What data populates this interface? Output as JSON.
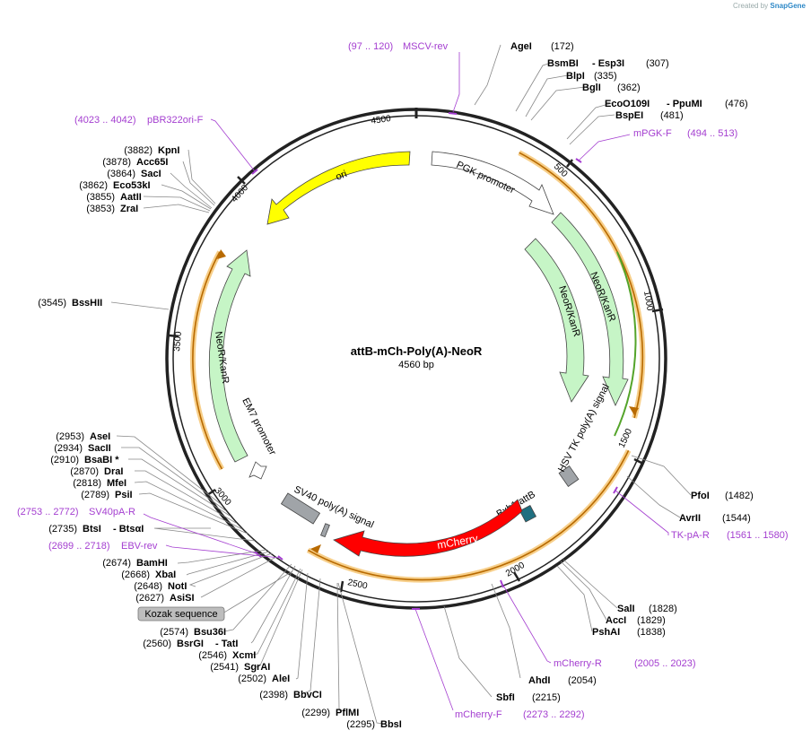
{
  "credit": {
    "text": "Created by",
    "brand": "SnapGene"
  },
  "plasmid": {
    "name": "attB-mCh-Poly(A)-NeoR",
    "length": "4560 bp"
  },
  "ruler_labels": [
    "500",
    "1000",
    "1500",
    "2000",
    "2500",
    "3000",
    "3500",
    "4000",
    "4500"
  ],
  "features": [
    {
      "label": "ori",
      "color": "#ffff00"
    },
    {
      "label": "PGK promoter",
      "color": "#ffffff"
    },
    {
      "label": "NeoR/KanR",
      "color": "#c6f5c6"
    },
    {
      "label": "NeoR/KanR",
      "color": "#c6f5c6"
    },
    {
      "label": "NeoR/KanR",
      "color": "#c6f5c6"
    },
    {
      "label": "HSV TK poly(A) signal",
      "color": "#a0a4a8"
    },
    {
      "label": "Bxb1 attB",
      "color": "#1f6f80"
    },
    {
      "label": "mCherry",
      "color": "#ff0000"
    },
    {
      "label": "SV40 poly(A) signal",
      "color": "#a0a4a8"
    },
    {
      "label": "EM7 promoter",
      "color": "#ffffff"
    }
  ],
  "sites": [
    {
      "name": "AgeI",
      "pos": "(172)"
    },
    {
      "name": "BsmBI",
      "extra": "- Esp3I",
      "pos": "(307)"
    },
    {
      "name": "BlpI",
      "pos": "(335)"
    },
    {
      "name": "BglI",
      "pos": "(362)"
    },
    {
      "name": "EcoO109I",
      "extra": "- PpuMI",
      "pos": "(476)"
    },
    {
      "name": "BspEI",
      "pos": "(481)"
    },
    {
      "name": "PfoI",
      "pos": "(1482)"
    },
    {
      "name": "AvrII",
      "pos": "(1544)"
    },
    {
      "name": "SalI",
      "pos": "(1828)"
    },
    {
      "name": "AccI",
      "pos": "(1829)"
    },
    {
      "name": "PshAI",
      "pos": "(1838)"
    },
    {
      "name": "AhdI",
      "pos": "(2054)"
    },
    {
      "name": "SbfI",
      "pos": "(2215)"
    },
    {
      "name": "KpnI",
      "pos": "(3882)"
    },
    {
      "name": "Acc65I",
      "pos": "(3878)"
    },
    {
      "name": "SacI",
      "pos": "(3864)"
    },
    {
      "name": "Eco53kI",
      "pos": "(3862)"
    },
    {
      "name": "AatII",
      "pos": "(3855)"
    },
    {
      "name": "ZraI",
      "pos": "(3853)"
    },
    {
      "name": "BssHII",
      "pos": "(3545)"
    },
    {
      "name": "AseI",
      "pos": "(2953)"
    },
    {
      "name": "SacII",
      "pos": "(2934)"
    },
    {
      "name": "BsaBI *",
      "pos": "(2910)"
    },
    {
      "name": "DraI",
      "pos": "(2870)"
    },
    {
      "name": "MfeI",
      "pos": "(2818)"
    },
    {
      "name": "PsiI",
      "pos": "(2789)"
    },
    {
      "name": "BtsI",
      "extra": "- BtsαI",
      "pos": "(2735)"
    },
    {
      "name": "BamHI",
      "pos": "(2674)"
    },
    {
      "name": "XbaI",
      "pos": "(2668)"
    },
    {
      "name": "NotI",
      "pos": "(2648)"
    },
    {
      "name": "AsiSI",
      "pos": "(2627)"
    },
    {
      "name": "Bsu36I",
      "pos": "(2574)"
    },
    {
      "name": "BsrGI",
      "extra": "- TatI",
      "pos": "(2560)"
    },
    {
      "name": "XcmI",
      "pos": "(2546)"
    },
    {
      "name": "SgrAI",
      "pos": "(2541)"
    },
    {
      "name": "AleI",
      "pos": "(2502)"
    },
    {
      "name": "BbvCI",
      "pos": "(2398)"
    },
    {
      "name": "PflMI",
      "pos": "(2299)"
    },
    {
      "name": "BbsI",
      "pos": "(2295)"
    }
  ],
  "primers": [
    {
      "range": "(97 .. 120)",
      "name": "MSCV-rev"
    },
    {
      "name": "mPGK-F",
      "range": "(494 .. 513)"
    },
    {
      "name": "TK-pA-R",
      "range": "(1561 .. 1580)"
    },
    {
      "name": "mCherry-R",
      "range": "(2005 .. 2023)"
    },
    {
      "name": "mCherry-F",
      "range": "(2273 .. 2292)"
    },
    {
      "range": "(4023 .. 4042)",
      "name": "pBR322ori-F"
    },
    {
      "range": "(2753 .. 2772)",
      "name": "SV40pA-R"
    },
    {
      "range": "(2699 .. 2718)",
      "name": "EBV-rev"
    }
  ],
  "kozak": {
    "label": "Kozak sequence"
  },
  "colors": {
    "primer": "#a43ed0",
    "orf": "#e8a040",
    "orf_inner": "#b86a00",
    "backbone": "#222222"
  }
}
